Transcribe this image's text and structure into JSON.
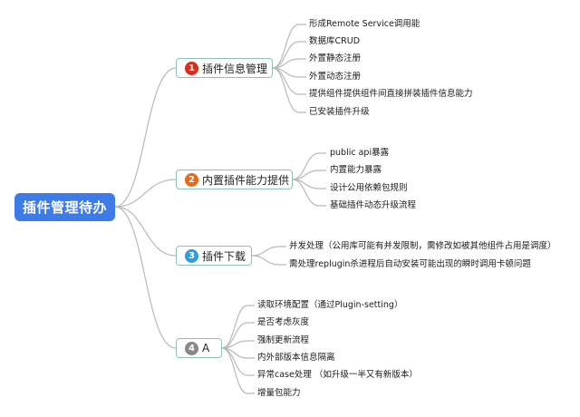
{
  "root": {
    "label": "插件管理待办"
  },
  "branches": [
    {
      "badge": "1",
      "badge_color": "#d42f1e",
      "label": "插件信息管理",
      "items": [
        "形成Remote Service调用能",
        "数据库CRUD",
        "外置静态注册",
        "外置动态注册",
        "提供组件提供组件间直接拼装插件信息能力",
        "已安装插件升级"
      ]
    },
    {
      "badge": "2",
      "badge_color": "#e56a1c",
      "label": "内置插件能力提供",
      "items": [
        "public api暴露",
        "内置能力暴露",
        "设计公用依赖包规则",
        "基础插件动态升级流程"
      ]
    },
    {
      "badge": "3",
      "badge_color": "#2f9be0",
      "label": "插件下载",
      "items": [
        "并发处理（公用库可能有并发限制，需修改如被其他组件占用是调度）",
        "需处理replugin杀进程后自动安装可能出现的瞬时调用卡顿问题"
      ]
    },
    {
      "badge": "4",
      "badge_color": "#888888",
      "label": "A",
      "items": [
        "读取环境配置（通过Plugin-setting）",
        "是否考虑灰度",
        "强制更新流程",
        "内外部版本信息隔离",
        "异常case处理 （如升级一半又有新版本）",
        "增量包能力"
      ]
    }
  ],
  "colors": {
    "root_bg": "#3d7be6",
    "branch_border": "#8ec1b8",
    "connector": "#b9b9b9"
  }
}
